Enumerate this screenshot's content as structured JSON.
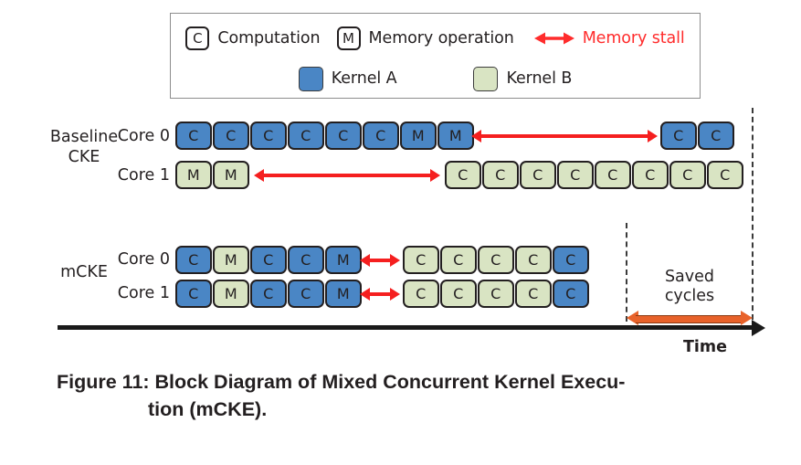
{
  "figure": {
    "caption_line1": "Figure 11: Block Diagram of Mixed Concurrent Kernel Execu-",
    "caption_line2": "tion (mCKE)."
  },
  "legend": {
    "items": [
      {
        "icon": "c-chip-icon",
        "glyph": "C",
        "label": "Computation"
      },
      {
        "icon": "m-chip-icon",
        "glyph": "M",
        "label": "Memory operation"
      },
      {
        "icon": "double-arrow-icon",
        "glyph": "",
        "label": "Memory stall",
        "color": "#ff2c2c"
      }
    ],
    "kernels": [
      {
        "swatch": "kernel-a-swatch",
        "label": "Kernel A",
        "color": "#4a86c5"
      },
      {
        "swatch": "kernel-b-swatch",
        "label": "Kernel B",
        "color": "#d9e4c3"
      }
    ]
  },
  "diagram": {
    "groups": [
      {
        "name": "baseline-cke",
        "label_line1": "Baseline",
        "label_line2": "CKE"
      },
      {
        "name": "mcke",
        "label_line1": "mCKE",
        "label_line2": ""
      }
    ],
    "core_labels": [
      "Core 0",
      "Core 1",
      "Core 0",
      "Core 1"
    ],
    "rows": [
      {
        "group": "Baseline CKE",
        "core": "Core 0",
        "segments": [
          {
            "after_stall": false,
            "cells": [
              {
                "t": "C",
                "k": "A"
              },
              {
                "t": "C",
                "k": "A"
              },
              {
                "t": "C",
                "k": "A"
              },
              {
                "t": "C",
                "k": "A"
              },
              {
                "t": "C",
                "k": "A"
              },
              {
                "t": "C",
                "k": "A"
              },
              {
                "t": "M",
                "k": "A"
              },
              {
                "t": "M",
                "k": "A"
              }
            ]
          },
          {
            "after_stall": true,
            "cells": [
              {
                "t": "C",
                "k": "A"
              },
              {
                "t": "C",
                "k": "A"
              }
            ]
          }
        ],
        "stall": true
      },
      {
        "group": "Baseline CKE",
        "core": "Core 1",
        "segments": [
          {
            "after_stall": false,
            "cells": [
              {
                "t": "M",
                "k": "B"
              },
              {
                "t": "M",
                "k": "B"
              }
            ]
          },
          {
            "after_stall": true,
            "cells": [
              {
                "t": "C",
                "k": "B"
              },
              {
                "t": "C",
                "k": "B"
              },
              {
                "t": "C",
                "k": "B"
              },
              {
                "t": "C",
                "k": "B"
              },
              {
                "t": "C",
                "k": "B"
              },
              {
                "t": "C",
                "k": "B"
              },
              {
                "t": "C",
                "k": "B"
              },
              {
                "t": "C",
                "k": "B"
              }
            ]
          }
        ],
        "stall": true
      },
      {
        "group": "mCKE",
        "core": "Core 0",
        "segments": [
          {
            "after_stall": false,
            "cells": [
              {
                "t": "C",
                "k": "A"
              },
              {
                "t": "M",
                "k": "B"
              },
              {
                "t": "C",
                "k": "A"
              },
              {
                "t": "C",
                "k": "A"
              },
              {
                "t": "M",
                "k": "A"
              }
            ]
          },
          {
            "after_stall": true,
            "cells": [
              {
                "t": "C",
                "k": "B"
              },
              {
                "t": "C",
                "k": "B"
              },
              {
                "t": "C",
                "k": "B"
              },
              {
                "t": "C",
                "k": "B"
              },
              {
                "t": "C",
                "k": "A"
              }
            ]
          }
        ],
        "stall": true
      },
      {
        "group": "mCKE",
        "core": "Core 1",
        "segments": [
          {
            "after_stall": false,
            "cells": [
              {
                "t": "C",
                "k": "A"
              },
              {
                "t": "M",
                "k": "B"
              },
              {
                "t": "C",
                "k": "A"
              },
              {
                "t": "C",
                "k": "A"
              },
              {
                "t": "M",
                "k": "A"
              }
            ]
          },
          {
            "after_stall": true,
            "cells": [
              {
                "t": "C",
                "k": "B"
              },
              {
                "t": "C",
                "k": "B"
              },
              {
                "t": "C",
                "k": "B"
              },
              {
                "t": "C",
                "k": "B"
              },
              {
                "t": "C",
                "k": "A"
              }
            ]
          }
        ],
        "stall": true
      }
    ],
    "saved_cycles": {
      "label_line1": "Saved",
      "label_line2": "cycles",
      "color": "#e8622a"
    },
    "axis": {
      "label": "Time"
    }
  },
  "colors": {
    "kernel_a": "#4a86c5",
    "kernel_b": "#d9e4c3",
    "stall_red": "#f51f1f",
    "saved_orange": "#e8622a",
    "outline": "#231f20"
  }
}
